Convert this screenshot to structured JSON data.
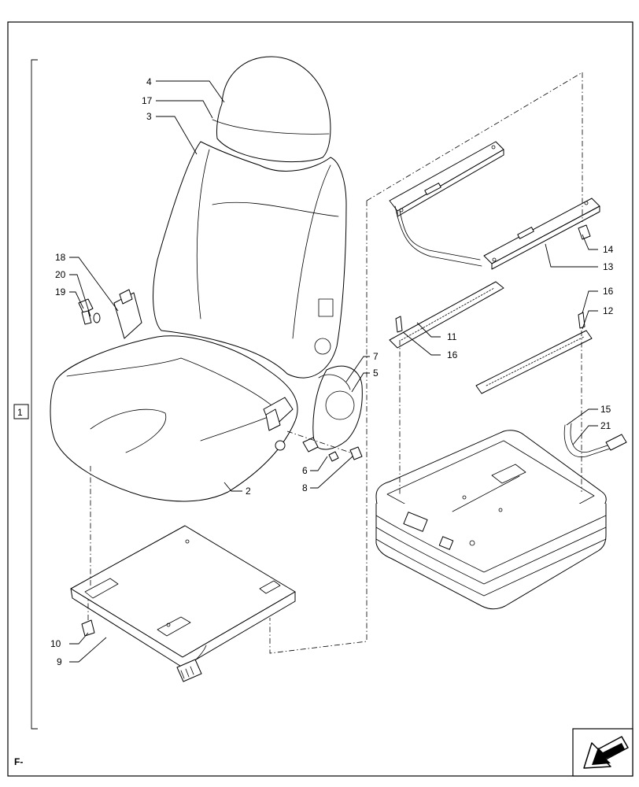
{
  "callouts": {
    "c1": "1",
    "c2": "2",
    "c3": "3",
    "c4": "4",
    "c5": "5",
    "c6": "6",
    "c7": "7",
    "c8": "8",
    "c9": "9",
    "c10": "10",
    "c11": "11",
    "c12": "12",
    "c13": "13",
    "c14": "14",
    "c15": "15",
    "c16a": "16",
    "c16b": "16",
    "c17": "17",
    "c18": "18",
    "c19": "19",
    "c20": "20",
    "c21": "21"
  },
  "corner_label": "F-",
  "nav_icon": "page-arrow-icon"
}
